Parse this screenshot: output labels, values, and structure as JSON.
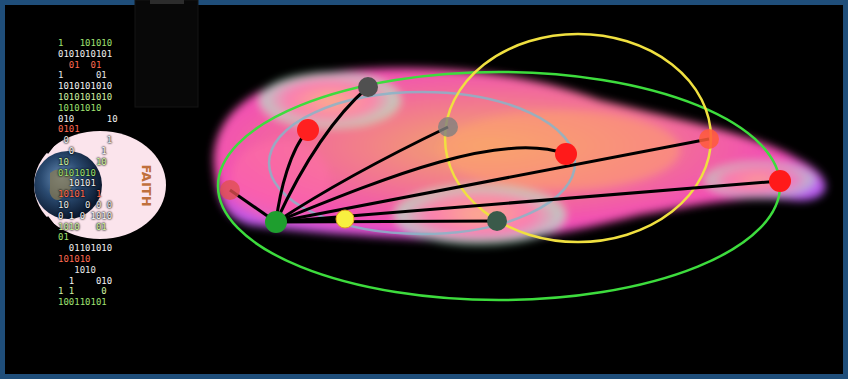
{
  "diagram": {
    "nodes": [
      {
        "text": [
          "FAITH"
        ]
      }
    ],
    "labels": [
      "1   101010",
      "0101010101",
      "  01  01",
      "1      01",
      "1010101010",
      "1010101010",
      "10101010",
      "010      10",
      "0101",
      " 0       1",
      "  0     1",
      "10     10",
      "0101010",
      "  10101",
      "10101  1",
      "10   0 0 0",
      "0 1 0 1010",
      "1010   01",
      "01",
      "  01101010",
      "101010",
      "   1010",
      "  1    010",
      "1 1     0",
      "100110101"
    ]
  }
}
